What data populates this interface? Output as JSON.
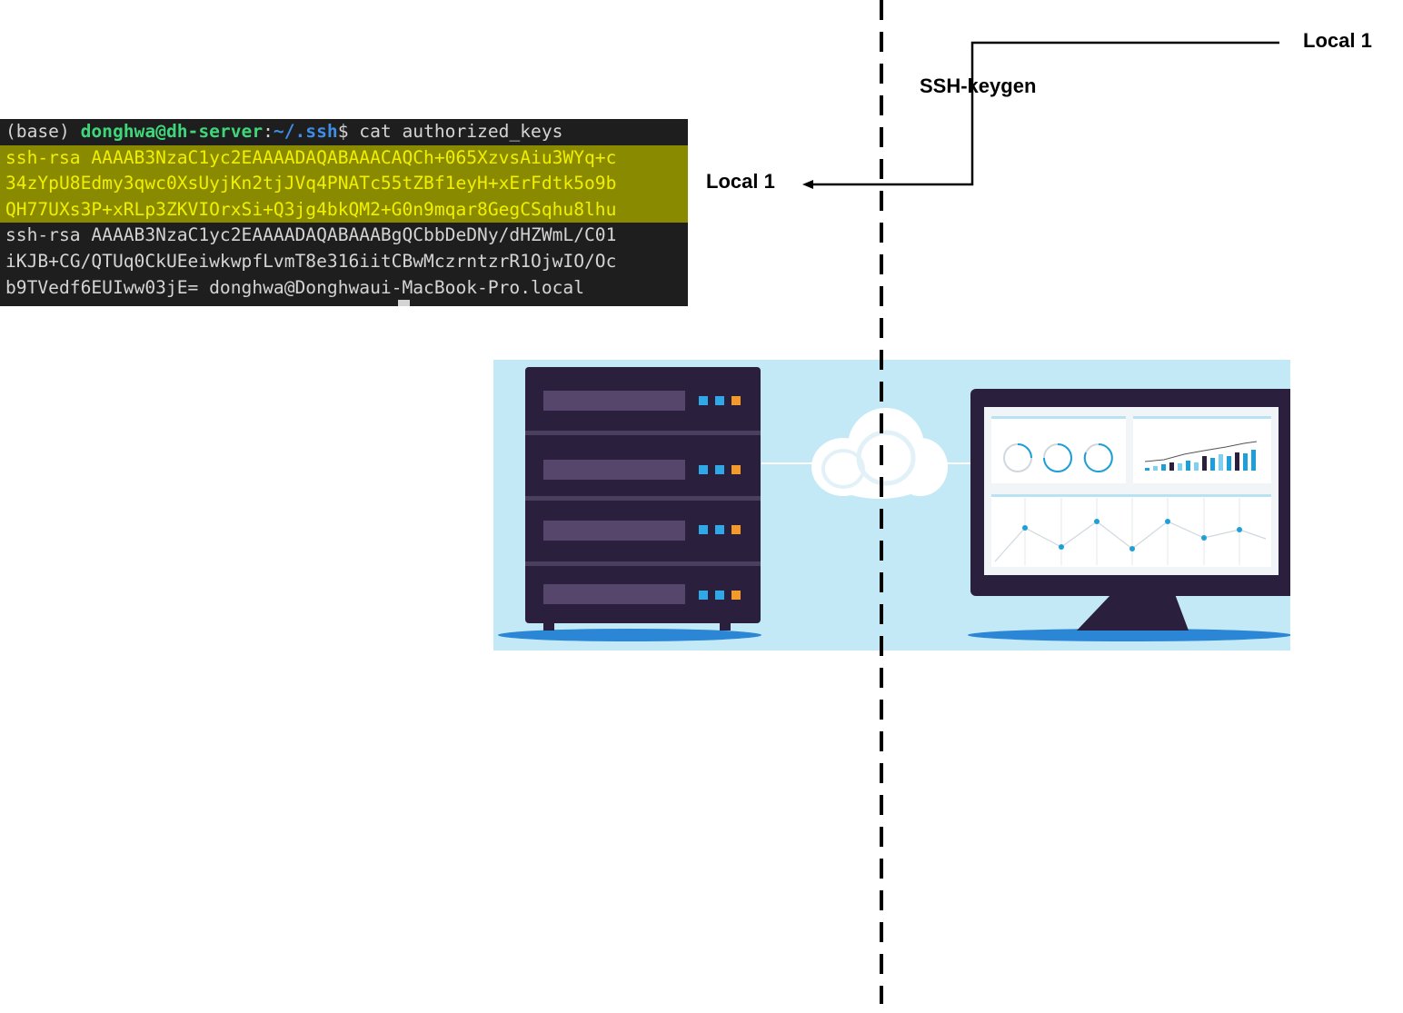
{
  "terminal": {
    "prompt_env": "(base) ",
    "prompt_user": "donghwa@dh-server",
    "prompt_sep": ":",
    "prompt_path": "~/.ssh",
    "prompt_dollar": "$ ",
    "command": "cat authorized_keys",
    "lines": [
      "ssh-rsa AAAAB3NzaC1yc2EAAAADAQABAAACAQCh+065XzvsAiu3WYq+c",
      "34zYpU8Edmy3qwc0XsUyjKn2tjJVq4PNATc55tZBf1eyH+xErFdtk5o9b",
      "QH77UXs3P+xRLp3ZKVIOrxSi+Q3jg4bkQM2+G0n9mqar8GegCSqhu8lhu",
      "ssh-rsa AAAAB3NzaC1yc2EAAAADAQABAAABgQCbbDeDNy/dHZWmL/C01",
      "iKJB+CG/QTUq0CkUEeiwkwpfLvmT8e316iitCBwMczrntzrR1OjwIO/Oc",
      "b9TVedf6EUIww03jE= donghwa@Donghwaui-MacBook-Pro.local"
    ]
  },
  "labels": {
    "local_top": "Local 1",
    "ssh_keygen": "SSH-keygen",
    "local_left": "Local 1"
  },
  "colors": {
    "highlight_bg": "#8a8a00",
    "highlight_text": "#f0f000",
    "server_dark": "#2a1f3d",
    "accent_blue": "#1e9fd8",
    "accent_orange": "#f39a2b"
  }
}
